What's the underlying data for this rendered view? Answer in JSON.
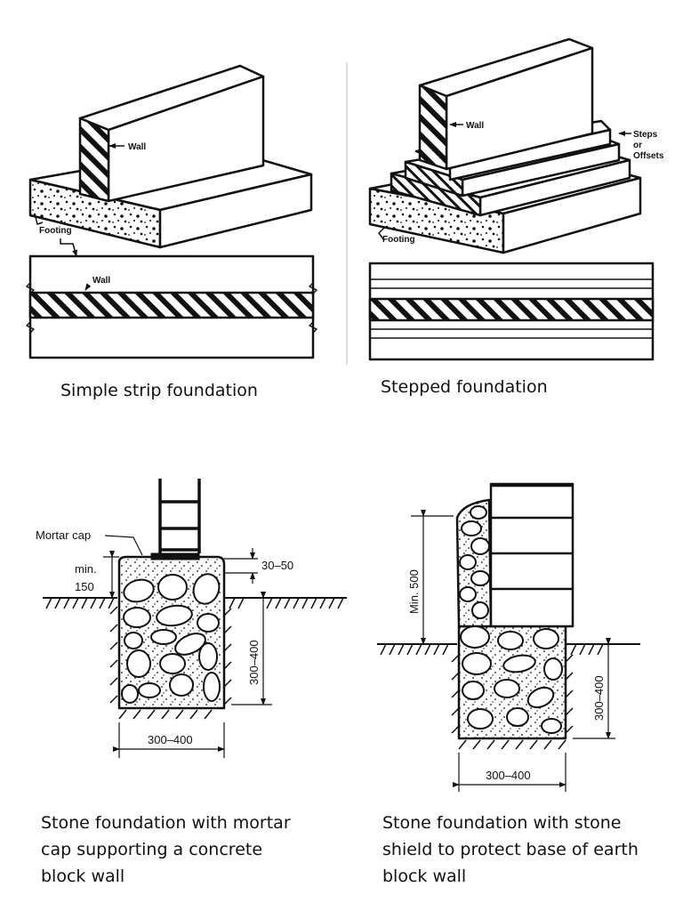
{
  "panels": {
    "strip": {
      "caption": "Simple strip foundation",
      "wall_label": "Wall",
      "footing_label": "Footing",
      "plan_wall_label": "Wall"
    },
    "stepped": {
      "caption": "Stepped foundation",
      "wall_label": "Wall",
      "steps_label_1": "Steps",
      "steps_label_2": "or",
      "steps_label_3": "Offsets",
      "footing_label": "Footing"
    },
    "mortar": {
      "caption_line1": "Stone foundation with mortar",
      "caption_line2": "cap supporting a concrete",
      "caption_line3": "block wall",
      "mortar_cap_label": "Mortar cap",
      "min_label_1": "min.",
      "min_label_2": "150",
      "cap_dim": "30–50",
      "depth_dim": "300–400",
      "width_dim": "300–400"
    },
    "shield": {
      "caption_line1": "Stone foundation with stone",
      "caption_line2": "shield to protect base of earth",
      "caption_line3": "block wall",
      "min_dim": "Min. 500",
      "depth_dim": "300–400",
      "width_dim": "300–400"
    }
  }
}
